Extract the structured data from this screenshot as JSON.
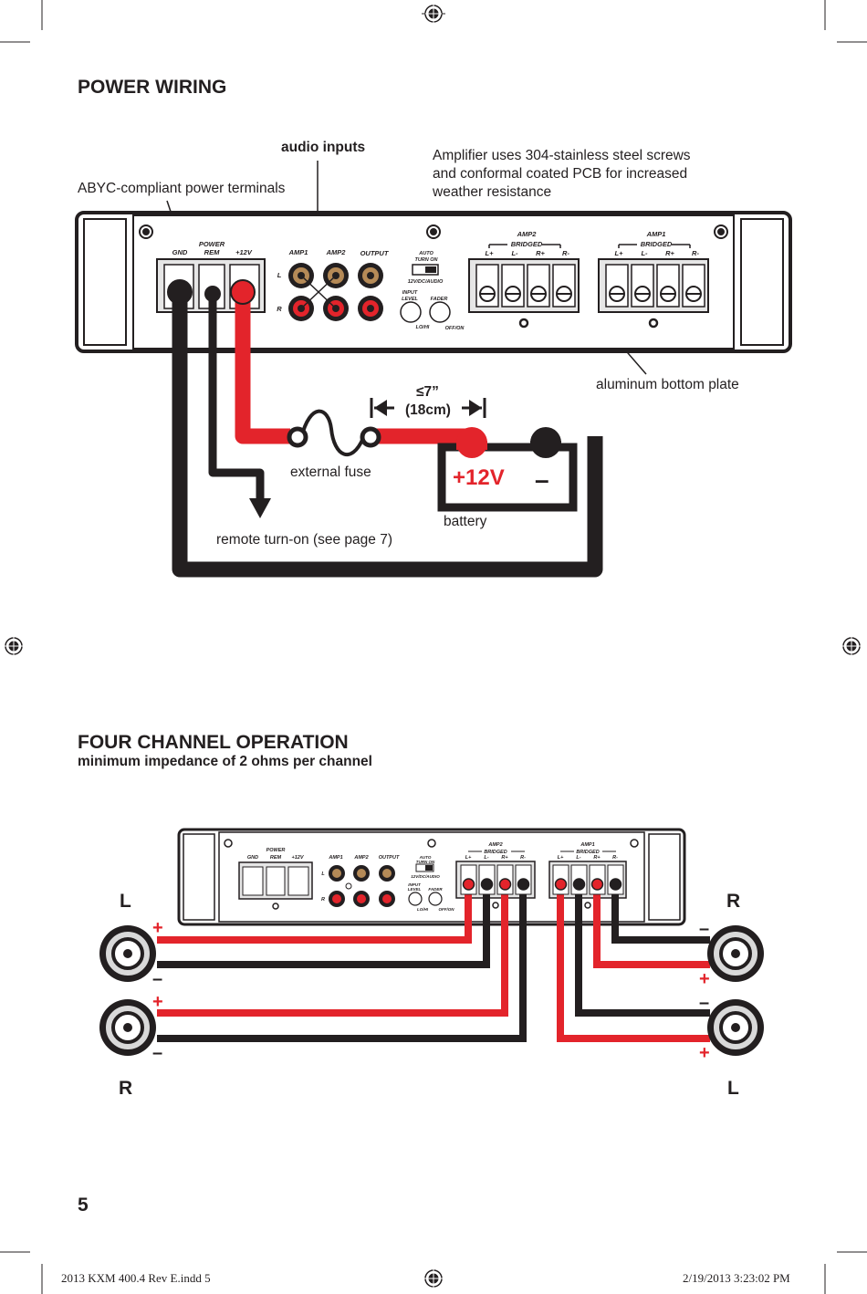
{
  "power_wiring": {
    "title": "POWER WIRING",
    "callouts": {
      "audio_inputs": "audio inputs",
      "abyc": "ABYC-compliant power terminals",
      "amp_line1": "Amplifier uses 304-stainless steel screws",
      "amp_line2": "and conformal coated PCB for increased",
      "amp_line3": "weather resistance",
      "aluminum": "aluminum bottom plate",
      "distance_line1": "≤7”",
      "distance_line2": "(18cm)",
      "fuse": "external fuse",
      "battery": "battery",
      "remote": "remote turn-on (see page 7)"
    },
    "battery_plus": "+12V",
    "battery_minus": "–",
    "panel": {
      "power": "POWER",
      "gnd": "GND",
      "rem": "REM",
      "v12": "+12V",
      "amp1": "AMP1",
      "amp2": "AMP2",
      "output": "OUTPUT",
      "l": "L",
      "r": "R",
      "auto": "AUTO",
      "turn_on": "TURN ON",
      "mode": "12V/DC/AUDIO",
      "input": "INPUT",
      "level": "LEVEL",
      "fader": "FADER",
      "lohi": "LO/HI",
      "offon": "OFF/ON",
      "amp2_title": "AMP2",
      "amp1_title": "AMP1",
      "bridged": "BRIDGED",
      "lp": "L+",
      "lm": "L-",
      "rp": "R+",
      "rm": "R-"
    }
  },
  "four_channel": {
    "title": "FOUR CHANNEL OPERATION",
    "subtitle": "minimum impedance of 2 ohms per channel",
    "left_top": "L",
    "left_bottom": "R",
    "right_top": "R",
    "right_bottom": "L",
    "plus": "+",
    "minus": "–"
  },
  "page_number": "5",
  "footer": {
    "file": "2013 KXM 400.4 Rev E.indd   5",
    "date": "2/19/2013   3:23:02 PM"
  },
  "colors": {
    "red": "#e3242b",
    "black": "#231f20",
    "gray": "#e6e6e6"
  }
}
